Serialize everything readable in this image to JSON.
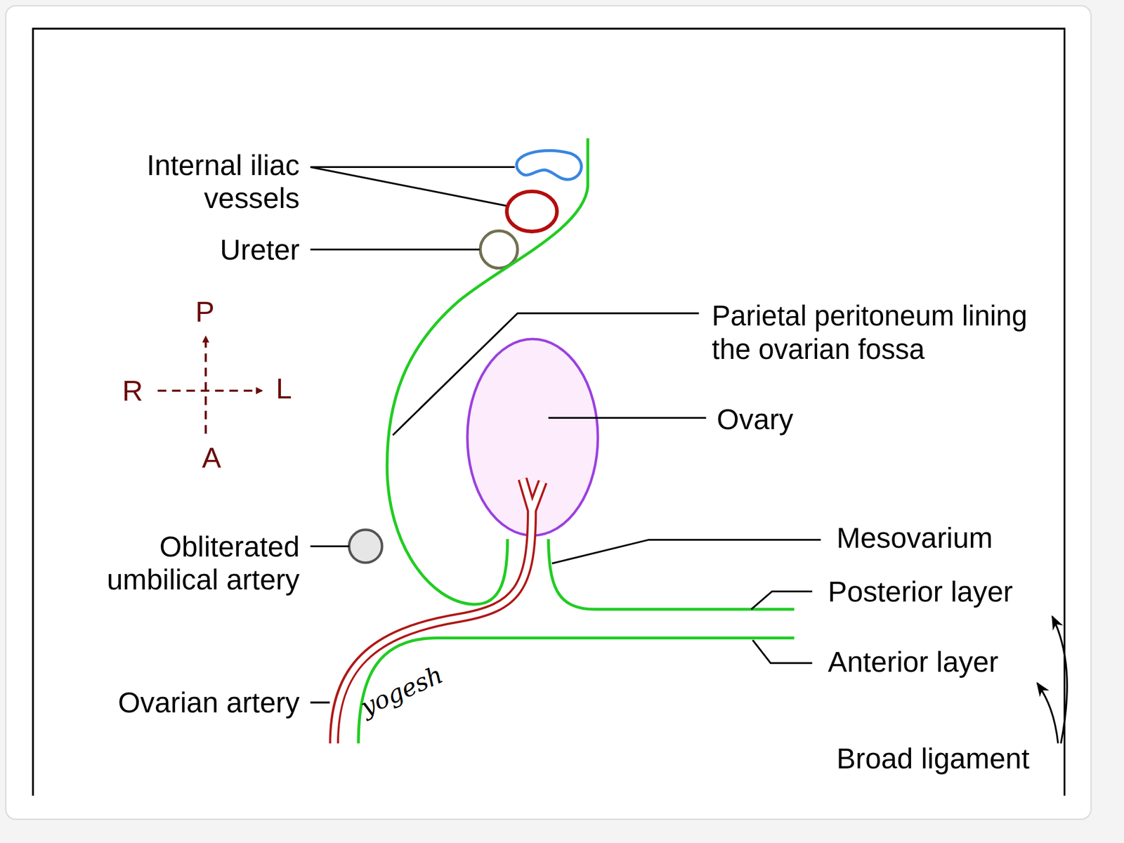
{
  "diagram": {
    "labels": [
      "Internal iliac vessels",
      "Ureter",
      "P",
      "R",
      "L",
      "A",
      "Parietal peritoneum lining the ovarian fossa",
      "Ovary",
      "Obliterated umbilical artery",
      "Mesovarium",
      "Posterior layer",
      "Anterior layer",
      "Ovarian artery",
      "Broad ligament",
      "yogesh"
    ]
  }
}
